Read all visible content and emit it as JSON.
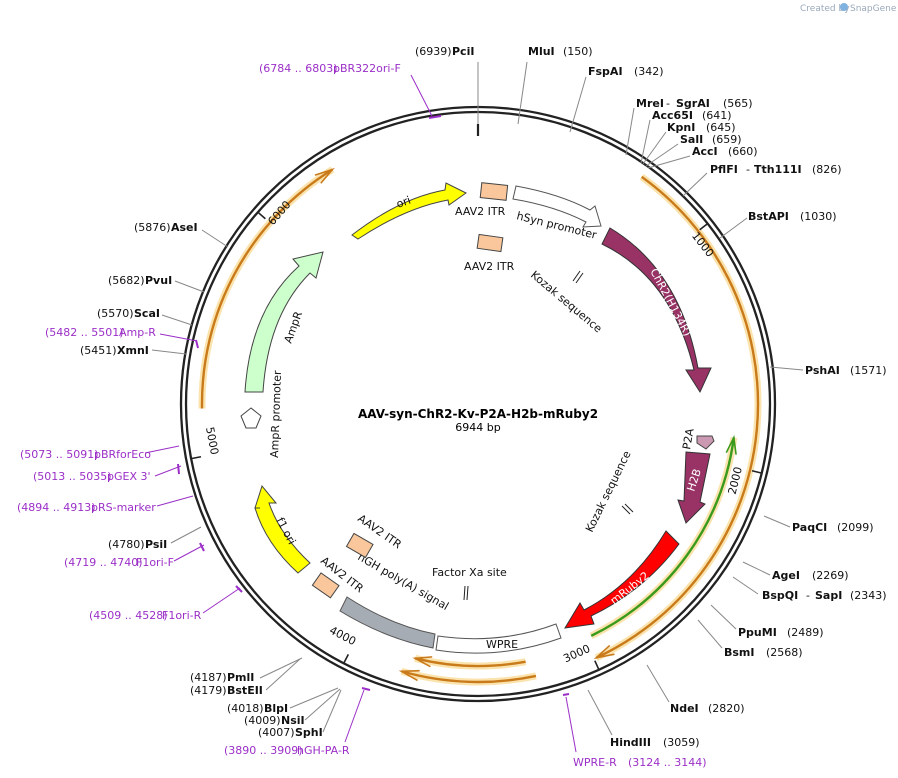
{
  "header": {
    "credit_prefix": "Created by",
    "brand": "SnapGene"
  },
  "plasmid": {
    "name": "AAV-syn-ChR2-Kv-P2A-H2b-mRuby2",
    "length_label": "6944 bp",
    "length": 6944
  },
  "ticks": [
    {
      "label": "1000",
      "pos": 1000
    },
    {
      "label": "2000",
      "pos": 2000
    },
    {
      "label": "3000",
      "pos": 3000
    },
    {
      "label": "4000",
      "pos": 4000
    },
    {
      "label": "5000",
      "pos": 5000
    },
    {
      "label": "6000",
      "pos": 6000
    }
  ],
  "sites": [
    {
      "name": "PciI",
      "pos": "(6939)"
    },
    {
      "name": "MluI",
      "pos": "(150)"
    },
    {
      "name": "FspAI",
      "pos": "(342)"
    },
    {
      "name": "MreI",
      "extra": "SgrAI",
      "pos": "(565)"
    },
    {
      "name": "Acc65I",
      "pos": "(641)"
    },
    {
      "name": "KpnI",
      "pos": "(645)"
    },
    {
      "name": "SalI",
      "pos": "(659)"
    },
    {
      "name": "AccI",
      "pos": "(660)"
    },
    {
      "name": "PflFI",
      "extra": "Tth111I",
      "pos": "(826)"
    },
    {
      "name": "BstAPI",
      "pos": "(1030)"
    },
    {
      "name": "PshAI",
      "pos": "(1571)"
    },
    {
      "name": "PaqCI",
      "pos": "(2099)"
    },
    {
      "name": "AgeI",
      "pos": "(2269)"
    },
    {
      "name": "BspQI",
      "extra": "SapI",
      "pos": "(2343)"
    },
    {
      "name": "PpuMI",
      "pos": "(2489)"
    },
    {
      "name": "BsmI",
      "pos": "(2568)"
    },
    {
      "name": "NdeI",
      "pos": "(2820)"
    },
    {
      "name": "HindIII",
      "pos": "(3059)"
    },
    {
      "name": "PmlI",
      "pos": "(4187)"
    },
    {
      "name": "BstEII",
      "pos": "(4179)"
    },
    {
      "name": "BlpI",
      "pos": "(4018)"
    },
    {
      "name": "NsiI",
      "pos": "(4009)"
    },
    {
      "name": "SphI",
      "pos": "(4007)"
    },
    {
      "name": "PsiI",
      "pos": "(4780)"
    },
    {
      "name": "XmnI",
      "pos": "(5451)"
    },
    {
      "name": "ScaI",
      "pos": "(5570)"
    },
    {
      "name": "PvuI",
      "pos": "(5682)"
    },
    {
      "name": "AseI",
      "pos": "(5876)"
    }
  ],
  "primers": [
    {
      "name": "pBR322ori-F",
      "range": "(6784 .. 6803)"
    },
    {
      "name": "Amp-R",
      "range": "(5482 .. 5501)"
    },
    {
      "name": "pBRforEco",
      "range": "(5073 .. 5091)"
    },
    {
      "name": "pGEX 3'",
      "range": "(5013 .. 5035)"
    },
    {
      "name": "pRS-marker",
      "range": "(4894 .. 4913)"
    },
    {
      "name": "F1ori-F",
      "range": "(4719 .. 4740)"
    },
    {
      "name": "F1ori-R",
      "range": "(4509 .. 4528)"
    },
    {
      "name": "hGH-PA-R",
      "range": "(3890 .. 3909)"
    },
    {
      "name": "WPRE-R",
      "range": "(3124 .. 3144)"
    }
  ],
  "features": [
    {
      "name": "ori",
      "color": "#ffff00"
    },
    {
      "name": "AAV2 ITR",
      "color": "#f9c79b"
    },
    {
      "name": "hSyn promoter",
      "color": "#ffffff"
    },
    {
      "name": "AAV2 ITR",
      "color": "#f9c79b"
    },
    {
      "name": "Kozak sequence",
      "color": "#000000"
    },
    {
      "name": "ChR2(H134R)",
      "color": "#993366"
    },
    {
      "name": "P2A",
      "color": "#cc99b2"
    },
    {
      "name": "H2B",
      "color": "#993366"
    },
    {
      "name": "Kozak sequence",
      "color": "#000000"
    },
    {
      "name": "mRuby2",
      "color": "#ff0000"
    },
    {
      "name": "WPRE",
      "color": "#ffffff"
    },
    {
      "name": "Factor Xa site",
      "color": "#000000"
    },
    {
      "name": "hGH poly(A) signal",
      "color": "#a6acb3"
    },
    {
      "name": "AAV2 ITR",
      "color": "#f9c79b"
    },
    {
      "name": "AAV2 ITR",
      "color": "#f9c79b"
    },
    {
      "name": "f1 ori",
      "color": "#ffff00"
    },
    {
      "name": "AmpR",
      "color": "#ccffcc"
    },
    {
      "name": "AmpR promoter",
      "color": "#ffffff"
    }
  ],
  "colors": {
    "backbone": "#222222",
    "orf": "#c97a1a",
    "orf_glow": "#fbe3ad",
    "primer": "#9b2fc7",
    "green_orf": "#3a9a1c"
  }
}
